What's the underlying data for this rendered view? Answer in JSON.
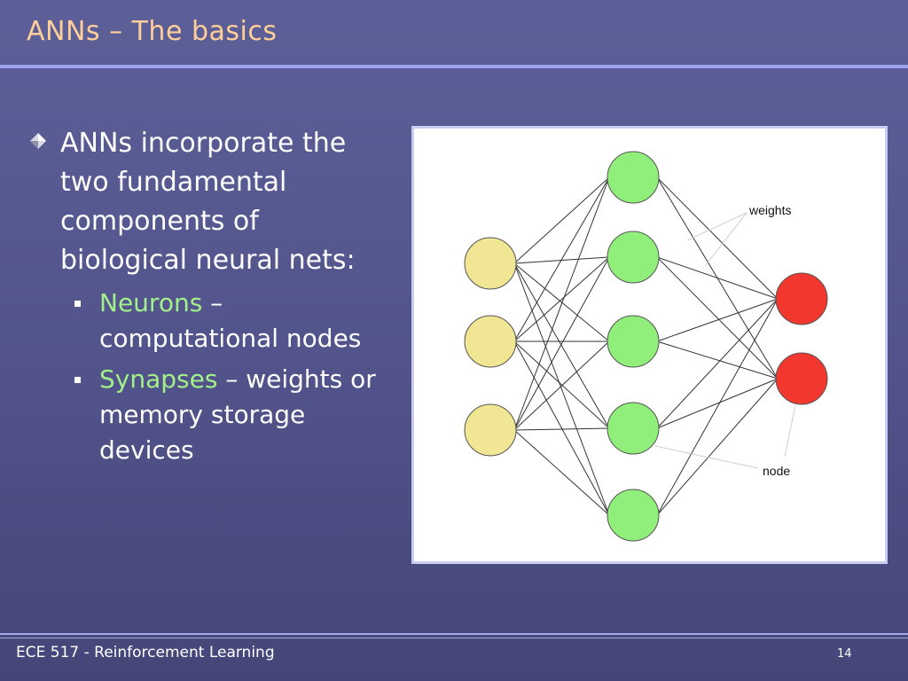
{
  "slide": {
    "title": "ANNs – The basics",
    "bullet_main": "ANNs incorporate the two fundamental components of biological neural nets:",
    "sub_bullets": [
      {
        "term": "Neurons",
        "rest": " – computational nodes"
      },
      {
        "term": "Synapses",
        "rest": " – weights or memory storage devices"
      }
    ]
  },
  "diagram": {
    "label_weights": "weights",
    "label_node": "node",
    "colors": {
      "input_node": "#f0e693",
      "hidden_node": "#90ee7a",
      "output_node": "#f2372e",
      "edge": "#333333",
      "pointer": "#cfcfcf"
    },
    "layers": {
      "input_count": 3,
      "hidden_count": 5,
      "output_count": 2
    }
  },
  "footer": {
    "course": "ECE 517 - Reinforcement Learning",
    "page_number": "14"
  }
}
